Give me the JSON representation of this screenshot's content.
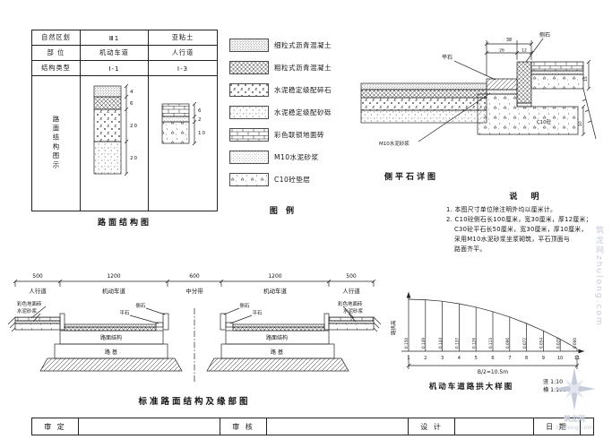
{
  "structure_table": {
    "caption": "路面结构图",
    "rows": [
      {
        "label": "自然区划",
        "v1": "Ⅲ1",
        "v2": "亚粘土"
      },
      {
        "label": "部  位",
        "v1": "机动车道",
        "v2": "人行道"
      },
      {
        "label": "结构类型",
        "v1": "Ⅰ-1",
        "v2": "Ⅰ-3"
      }
    ],
    "diagram_row_label": "路面结构图示",
    "lane_dims": [
      "4",
      "6",
      "20",
      "20"
    ],
    "walk_dims": [
      "6",
      "2",
      "10"
    ]
  },
  "legend": {
    "caption": "图  例",
    "items": [
      "细粒式沥青混凝土",
      "粗粒式沥青混凝土",
      "水泥稳定级配碎石",
      "水泥稳定级配砂砾",
      "彩色联锁地面砖",
      "M10水泥砂浆",
      "C10砼垫层"
    ]
  },
  "curb_detail": {
    "caption": "侧平石详图",
    "dim_total": "38",
    "dim_flat": "26",
    "dim_side": "12",
    "dim_right_top": "15",
    "dim_right_bottom": "10",
    "label_flat": "平石",
    "label_side": "侧石",
    "label_mortar": "M10水泥砂浆",
    "label_concrete": "C10砼"
  },
  "notes": {
    "title": "说    明",
    "line1": "1. 本图尺寸单位除注明外均以厘米计。",
    "line2": "2. C10砼侧石长100厘米，宽30厘米，厚12厘米；",
    "line3": "C30砼平石长50厘米，宽30厘米，厚10厘米，",
    "line4": "采用M10水泥砂浆坐浆砌筑，平石顶面与",
    "line5": "路面齐平。"
  },
  "road_section": {
    "caption": "标准路面结构及缘部图",
    "dims": [
      "500",
      "1200",
      "600",
      "1200",
      "500"
    ],
    "zones": [
      "人行道",
      "机动车道",
      "中分带",
      "机动车道",
      "人行道"
    ],
    "label_brick": "彩色地面砖",
    "label_mortar": "水泥砂浆",
    "label_side_stone": "侧石",
    "label_flat_stone": "平石",
    "label_structure": "路面结构",
    "label_subgrade": "路  基"
  },
  "camber": {
    "caption": "机动车道路拱大样图",
    "scale_v": "竖 1:10",
    "scale_h": "横 1:100",
    "axis_label": "路拱高",
    "span_label": "B/2=10.5m",
    "offsets": [
      "0.150",
      "0.149",
      "0.144",
      "0.137",
      "0.126",
      "0.113",
      "0.096",
      "0.077",
      "0.054",
      "0.029",
      "0.000"
    ],
    "points": [
      "1",
      "2",
      "3",
      "4",
      "5",
      "6",
      "7",
      "8",
      "9",
      "10",
      "11"
    ]
  },
  "title_block": {
    "labels": [
      "审  定",
      "审  核",
      "设  计",
      "日  期"
    ]
  },
  "watermark": {
    "site_cn": "筑龙网",
    "site_url": "zhulong.com",
    "side_text": "筑龙网zhulong.com",
    "color": "#c5cbd8"
  }
}
